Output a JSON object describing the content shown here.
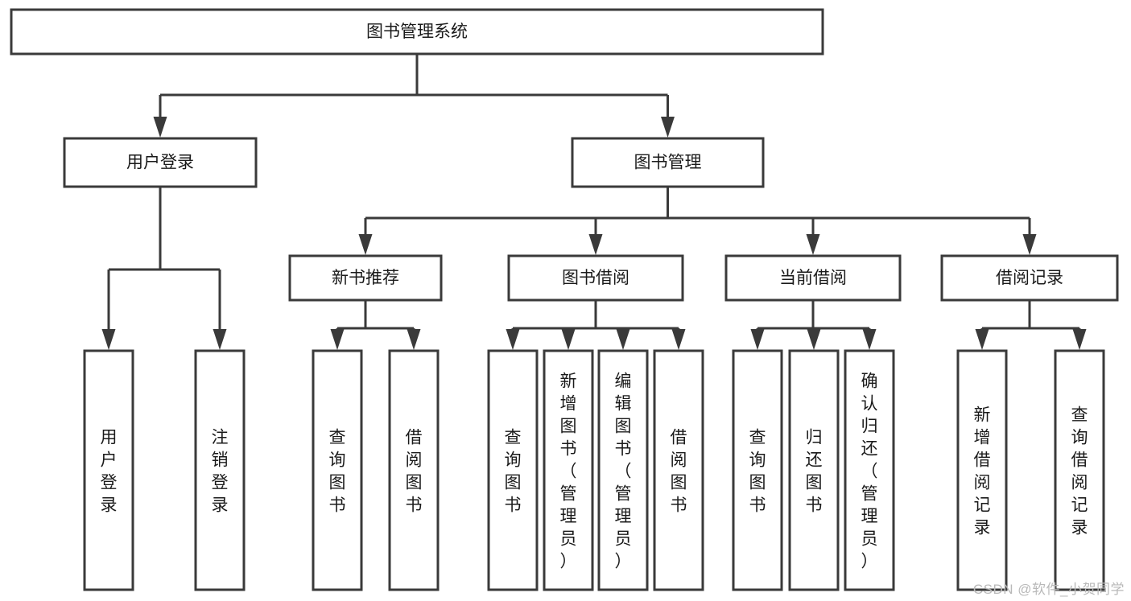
{
  "diagram": {
    "type": "tree",
    "title": "图书管理系统",
    "orientation": "top-down",
    "leaf_text_orientation": "vertical",
    "colors": {
      "background": "#ffffff",
      "box_fill": "#ffffff",
      "box_stroke": "#3a3a3a",
      "connector": "#3a3a3a",
      "text": "#1a1a1a",
      "watermark": "#b9b9b9"
    },
    "root": {
      "id": "root",
      "label": "图书管理系统"
    },
    "level1": [
      {
        "id": "user-login",
        "label": "用户登录"
      },
      {
        "id": "book-management",
        "label": "图书管理"
      }
    ],
    "level2": [
      {
        "id": "new-book-recommend",
        "label": "新书推荐",
        "parent": "book-management"
      },
      {
        "id": "book-borrow",
        "label": "图书借阅",
        "parent": "book-management"
      },
      {
        "id": "current-borrow",
        "label": "当前借阅",
        "parent": "book-management"
      },
      {
        "id": "borrow-record",
        "label": "借阅记录",
        "parent": "book-management"
      }
    ],
    "leaves": {
      "user-login": [
        {
          "id": "leaf-user-login",
          "label": "用户登录"
        },
        {
          "id": "leaf-user-logout",
          "label": "注销登录"
        }
      ],
      "new-book-recommend": [
        {
          "id": "leaf-query-book-1",
          "label": "查询图书"
        },
        {
          "id": "leaf-borrow-book-1",
          "label": "借阅图书"
        }
      ],
      "book-borrow": [
        {
          "id": "leaf-query-book-2",
          "label": "查询图书"
        },
        {
          "id": "leaf-add-book",
          "label": "新增图书（管理员）"
        },
        {
          "id": "leaf-edit-book",
          "label": "编辑图书（管理员）"
        },
        {
          "id": "leaf-borrow-book-2",
          "label": "借阅图书"
        }
      ],
      "current-borrow": [
        {
          "id": "leaf-query-book-3",
          "label": "查询图书"
        },
        {
          "id": "leaf-return-book",
          "label": "归还图书"
        },
        {
          "id": "leaf-confirm-return",
          "label": "确认归还（管理员）"
        }
      ],
      "borrow-record": [
        {
          "id": "leaf-add-record",
          "label": "新增借阅记录"
        },
        {
          "id": "leaf-query-record",
          "label": "查询借阅记录"
        }
      ]
    }
  },
  "watermark": {
    "text": "CSDN @软件_小贺同学"
  }
}
